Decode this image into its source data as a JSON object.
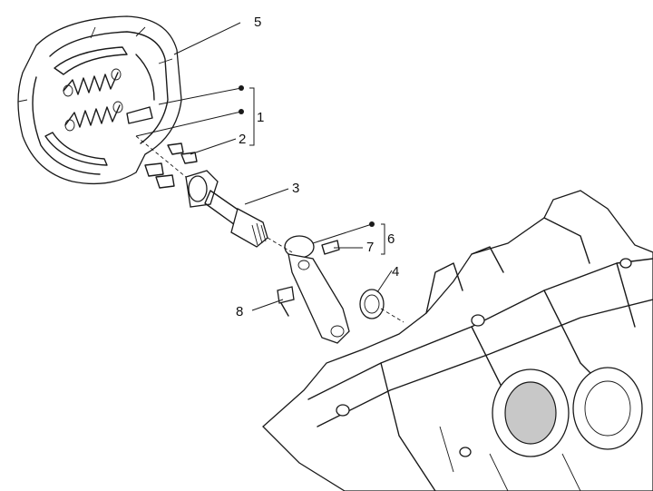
{
  "callouts": [
    {
      "id": "c1",
      "label": "1"
    },
    {
      "id": "c2",
      "label": "2"
    },
    {
      "id": "c3",
      "label": "3"
    },
    {
      "id": "c4",
      "label": "4"
    },
    {
      "id": "c5",
      "label": "5"
    },
    {
      "id": "c6",
      "label": "6"
    },
    {
      "id": "c7",
      "label": "7"
    },
    {
      "id": "c8",
      "label": "8"
    }
  ],
  "colors": {
    "ink": "#1a1a1a",
    "background": "#ffffff"
  }
}
